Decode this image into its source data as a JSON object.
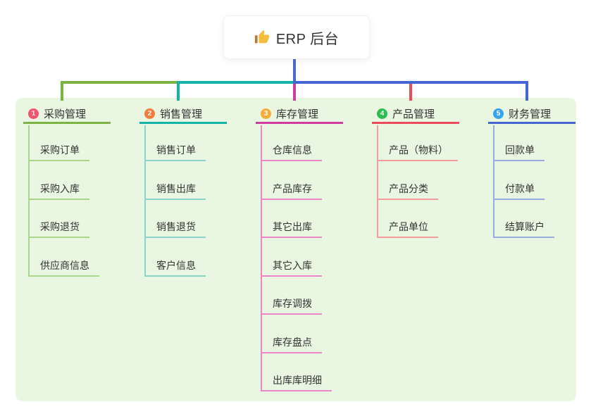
{
  "root": {
    "title": "ERP 后台",
    "icon": "thumbs-up"
  },
  "theme": {
    "panel_bg": "#e9f6e2",
    "root_stem_color": "#4f68cf",
    "text_color": "#333333"
  },
  "branches": [
    {
      "num": "1",
      "label": "采购管理",
      "badge_color": "#f2536f",
      "line_color": "#7db343",
      "item_line_color": "#a9d68a",
      "items": [
        "采购订单",
        "采购入库",
        "采购退货",
        "供应商信息"
      ]
    },
    {
      "num": "2",
      "label": "销售管理",
      "badge_color": "#f47c3c",
      "line_color": "#14b3a7",
      "item_line_color": "#8ad4cb",
      "items": [
        "销售订单",
        "销售出库",
        "销售退货",
        "客户信息"
      ]
    },
    {
      "num": "3",
      "label": "库存管理",
      "badge_color": "#f8ac35",
      "line_color": "#d13ba0",
      "item_line_color": "#ec86c6",
      "items": [
        "仓库信息",
        "产品库存",
        "其它出库",
        "其它入库",
        "库存调拨",
        "库存盘点",
        "出库库明细"
      ]
    },
    {
      "num": "4",
      "label": "产品管理",
      "badge_color": "#2ebd52",
      "line_color": "#ee4a5e",
      "item_line_color": "#f59b9c",
      "items": [
        "产品（物料）",
        "产品分类",
        "产品单位"
      ]
    },
    {
      "num": "5",
      "label": "财务管理",
      "badge_color": "#34a4ef",
      "line_color": "#4566d2",
      "item_line_color": "#99acdf",
      "items": [
        "回款单",
        "付款单",
        "结算账户"
      ]
    }
  ]
}
